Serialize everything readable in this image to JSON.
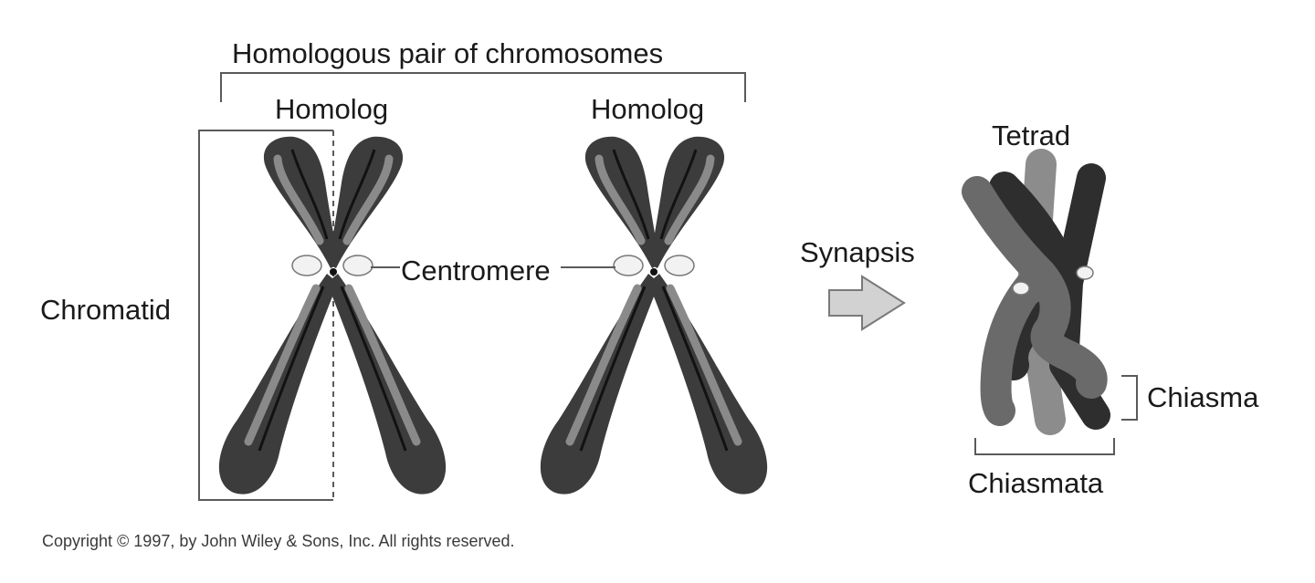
{
  "labels": {
    "homologous_pair": "Homologous pair of chromosomes",
    "homolog_left": "Homolog",
    "homolog_right": "Homolog",
    "chromatid": "Chromatid",
    "centromere": "Centromere",
    "synapsis": "Synapsis",
    "tetrad": "Tetrad",
    "chiasma": "Chiasma",
    "chiasmata": "Chiasmata"
  },
  "copyright": "Copyright © 1997, by John Wiley & Sons, Inc. All rights reserved.",
  "colors": {
    "chromatid_dark": "#3c3c3c",
    "chromatid_mid": "#7c7c7c",
    "chromatid_light": "#b6b6b6",
    "chromatid_core": "#161616",
    "tetrad_dark": "#2e2e2e",
    "tetrad_medium": "#6a6a6a",
    "tetrad_light": "#8c8c8c",
    "line": "#5a5a5a",
    "arrow_fill": "#d2d2d2"
  }
}
